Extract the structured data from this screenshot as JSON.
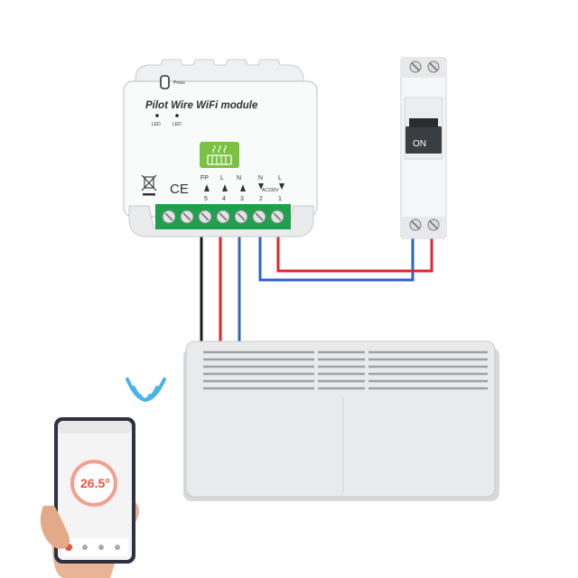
{
  "module": {
    "title": "Pilot Wire WiFi module",
    "press_label": "Press",
    "led1": "LED",
    "led2": "LED",
    "ce_mark": "CE",
    "terminals": [
      {
        "name": "FP",
        "num": "5"
      },
      {
        "name": "L",
        "num": "4"
      },
      {
        "name": "N",
        "num": "3"
      },
      {
        "name": "N",
        "num": "2"
      },
      {
        "name": "L",
        "num": "1"
      }
    ],
    "voltage": "AC230V"
  },
  "breaker": {
    "label": "ON"
  },
  "phone": {
    "temperature": "26.5°"
  },
  "colors": {
    "wire_black": "#1a1a1a",
    "wire_red": "#e0262b",
    "wire_blue": "#2a64c5",
    "terminal_green": "#1fa04e",
    "indicator_green": "#7cc242",
    "wifi_blue": "#4ab3e8",
    "heater": "#e6e6e8"
  }
}
